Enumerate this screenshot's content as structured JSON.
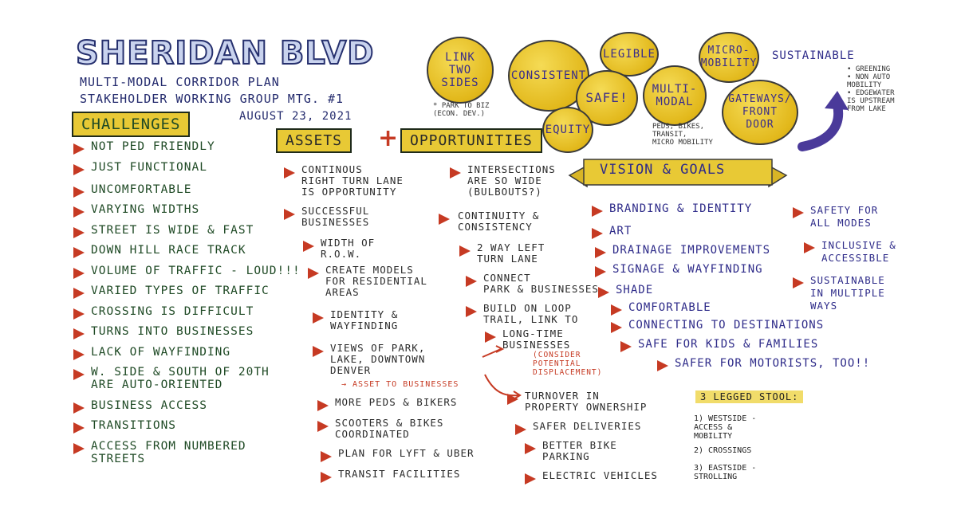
{
  "header": {
    "title": "SHERIDAN BLVD",
    "subtitle1": "MULTI-MODAL CORRIDOR PLAN",
    "subtitle2": "STAKEHOLDER WORKING GROUP MTG. #1",
    "date": "AUGUST 23, 2021"
  },
  "challenges": {
    "label": "CHALLENGES",
    "items": [
      "NOT PED FRIENDLY",
      "JUST FUNCTIONAL",
      "UNCOMFORTABLE",
      "VARYING WIDTHS",
      "STREET IS WIDE & FAST",
      "DOWN HILL RACE TRACK",
      "VOLUME OF TRAFFIC - LOUD!!!",
      "VARIED TYPES OF TRAFFIC",
      "CROSSING IS DIFFICULT",
      "TURNS INTO BUSINESSES",
      "LACK OF WAYFINDING",
      "W. SIDE & SOUTH OF 20TH\nARE AUTO-ORIENTED",
      "BUSINESS ACCESS",
      "TRANSITIONS",
      "ACCESS FROM NUMBERED\nSTREETS"
    ]
  },
  "assets": {
    "label_assets": "ASSETS",
    "plus": "+",
    "label_opportunities": "OPPORTUNITIES",
    "col1": [
      "CONTINOUS\nRIGHT TURN LANE\nIS OPPORTUNITY",
      "SUCCESSFUL\nBUSINESSES",
      "WIDTH OF\nR.O.W.",
      "CREATE MODELS\nFOR RESIDENTIAL\nAREAS",
      "IDENTITY &\nWAYFINDING",
      "VIEWS OF PARK,\nLAKE, DOWNTOWN DENVER",
      "MORE PEDS & BIKERS",
      "SCOOTERS & BIKES\nCOORDINATED",
      "PLAN FOR LYFT & UBER",
      "TRANSIT FACILITIES"
    ],
    "col1_note": "→ ASSET TO BUSINESSES",
    "col2": [
      "INTERSECTIONS\nARE SO WIDE\n(BULBOUTS?)",
      "CONTINUITY &\nCONSISTENCY",
      "2 WAY LEFT\nTURN LANE",
      "CONNECT\nPARK & BUSINESSES",
      "BUILD ON LOOP\nTRAIL, LINK TO",
      "LONG-TIME\nBUSINESSES"
    ],
    "col2_note": "(CONSIDER POTENTIAL\nDISPLACEMENT)",
    "col2b": [
      "TURNOVER IN\nPROPERTY OWNERSHIP",
      "SAFER DELIVERIES",
      "BETTER BIKE\nPARKING",
      "ELECTRIC VEHICLES"
    ]
  },
  "circles": [
    {
      "label": "LINK\nTWO\nSIDES"
    },
    {
      "label": "CONSISTENT"
    },
    {
      "label": "LEGIBLE"
    },
    {
      "label": "SAFE!"
    },
    {
      "label": "EQUITY"
    },
    {
      "label": "MULTI-\nMODAL"
    },
    {
      "label": "MICRO-\nMOBILITY"
    },
    {
      "label": "GATEWAYS/\nFRONT\nDOOR"
    }
  ],
  "circle_notes": {
    "link": "* PARK TO BIZ\n(ECON. DEV.)",
    "multimodal": "PEDS, BIKES,\nTRANSIT,\nMICRO MOBILITY",
    "sustainable_title": "SUSTAINABLE",
    "sustainable_notes": "• GREENING\n• NON AUTO\n  MOBILITY\n• EDGEWATER\n  IS UPSTREAM\n  FROM LAKE"
  },
  "vision": {
    "label": "VISION & GOALS",
    "items": [
      "BRANDING & IDENTITY",
      "ART",
      "DRAINAGE IMPROVEMENTS",
      "SIGNAGE & WAYFINDING",
      "SHADE",
      "COMFORTABLE",
      "CONNECTING TO DESTINATIONS",
      "SAFE FOR KIDS & FAMILIES",
      "SAFER FOR MOTORISTS, TOO!!"
    ],
    "right_items": [
      "SAFETY FOR\nALL MODES",
      "INCLUSIVE &\nACCESSIBLE",
      "SUSTAINABLE\nIN MULTIPLE\nWAYS"
    ]
  },
  "stool": {
    "title": "3 LEGGED STOOL:",
    "items": [
      "1) WESTSIDE -\n   ACCESS &\n   MOBILITY",
      "2) CROSSINGS",
      "3) EASTSIDE -\n   STROLLING"
    ]
  },
  "colors": {
    "yellow": "#e8c935",
    "navy": "#26306e",
    "green": "#1f4a25",
    "red": "#c63a23",
    "purple": "#2e2b89"
  }
}
